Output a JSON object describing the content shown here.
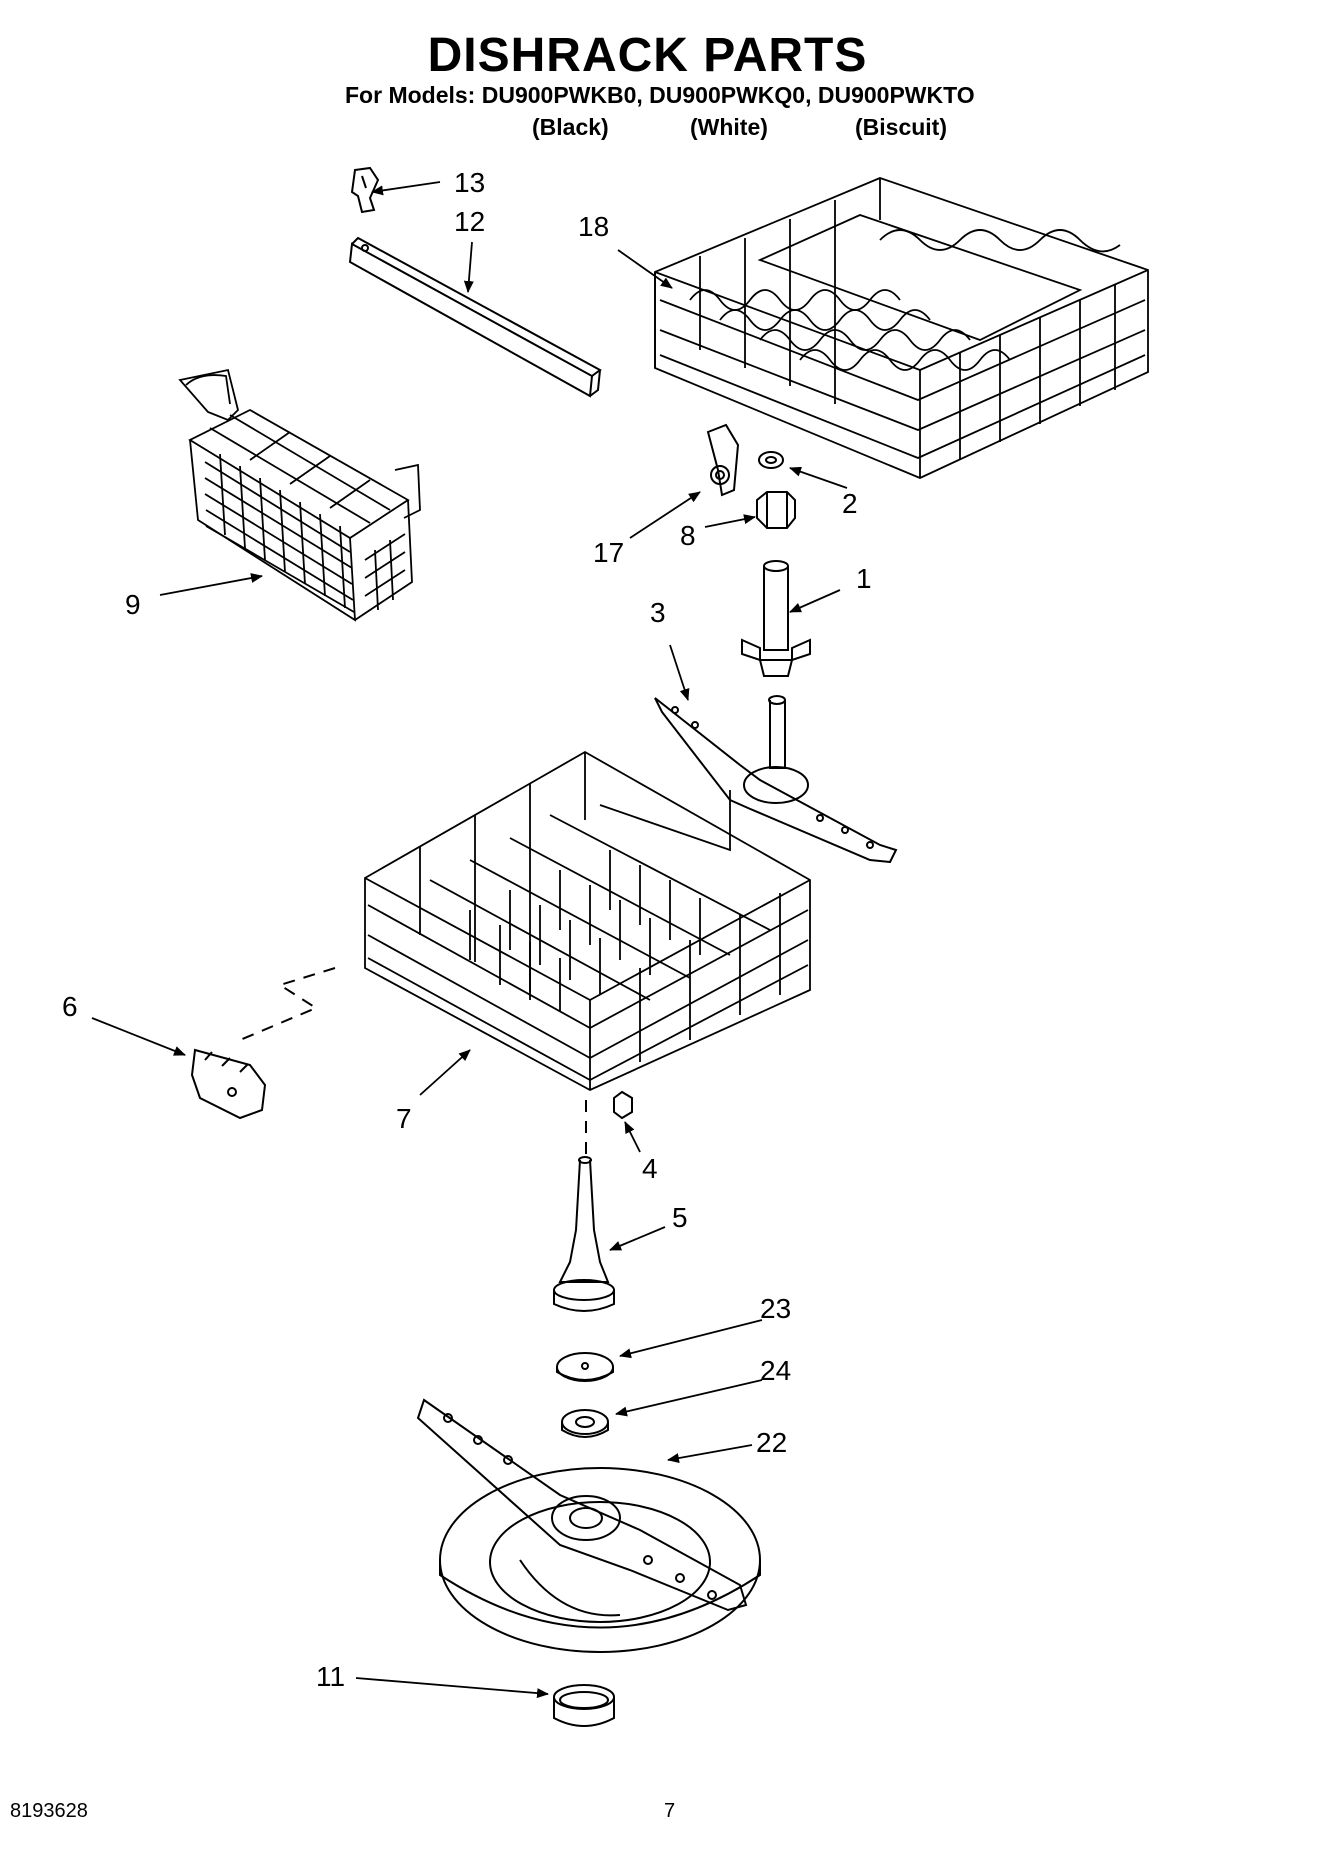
{
  "header": {
    "title": "DISHRACK PARTS",
    "models_line": "For Models: DU900PWKB0, DU900PWKQ0, DU900PWKTO",
    "colors": [
      "(Black)",
      "(White)",
      "(Biscuit)"
    ]
  },
  "callouts": {
    "c1": "1",
    "c2": "2",
    "c3": "3",
    "c4": "4",
    "c5": "5",
    "c6": "6",
    "c7": "7",
    "c8": "8",
    "c9": "9",
    "c11": "11",
    "c12": "12",
    "c13": "13",
    "c17": "17",
    "c18": "18",
    "c22": "22",
    "c23": "23",
    "c24": "24"
  },
  "footer": {
    "doc_number": "8193628",
    "page_number": "7"
  }
}
